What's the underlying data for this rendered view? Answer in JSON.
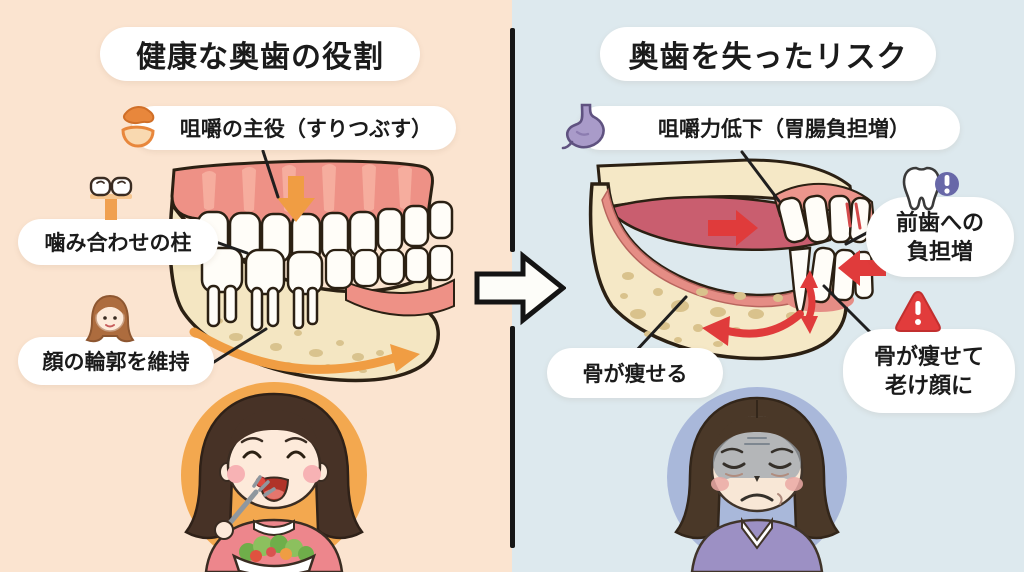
{
  "left_panel": {
    "title": "健康な奥歯の役割",
    "label_chewing": "咀嚼の主役（すりつぶす）",
    "label_pillar": "噛み合わせの柱",
    "label_contour": "顔の輪郭を維持"
  },
  "right_panel": {
    "title": "奥歯を失ったリスク",
    "label_chewing_decline": "咀嚼力低下（胃腸負担増）",
    "label_front_teeth_line1": "前歯への",
    "label_front_teeth_line2": "負担増",
    "label_bone_loss": "骨が痩せる",
    "label_aged_line1": "骨が痩せて",
    "label_aged_line2": "老け顔に"
  },
  "icons": {
    "molar_grinder": "molar-grinder-icon",
    "teeth_pillar": "teeth-pillar-icon",
    "woman_face": "woman-face-icon",
    "stomach": "stomach-icon",
    "tooth_alert": "tooth-alert-icon",
    "warning_triangle": "warning-triangle-icon",
    "center_arrow": "right-block-arrow-icon"
  },
  "colors": {
    "left_background": "#fbe4d0",
    "right_background": "#dde9ee",
    "accent_orange": "#f09d43",
    "accent_red": "#e23c3c",
    "stomach_purple": "#a99bc9",
    "badge_purple": "#6868a8",
    "bone_cream": "#f4e6c2",
    "gum_pink": "#ee9689",
    "happy_circle": "#f3a84f",
    "sad_circle": "#a9b8da",
    "divider_black": "#161616"
  }
}
